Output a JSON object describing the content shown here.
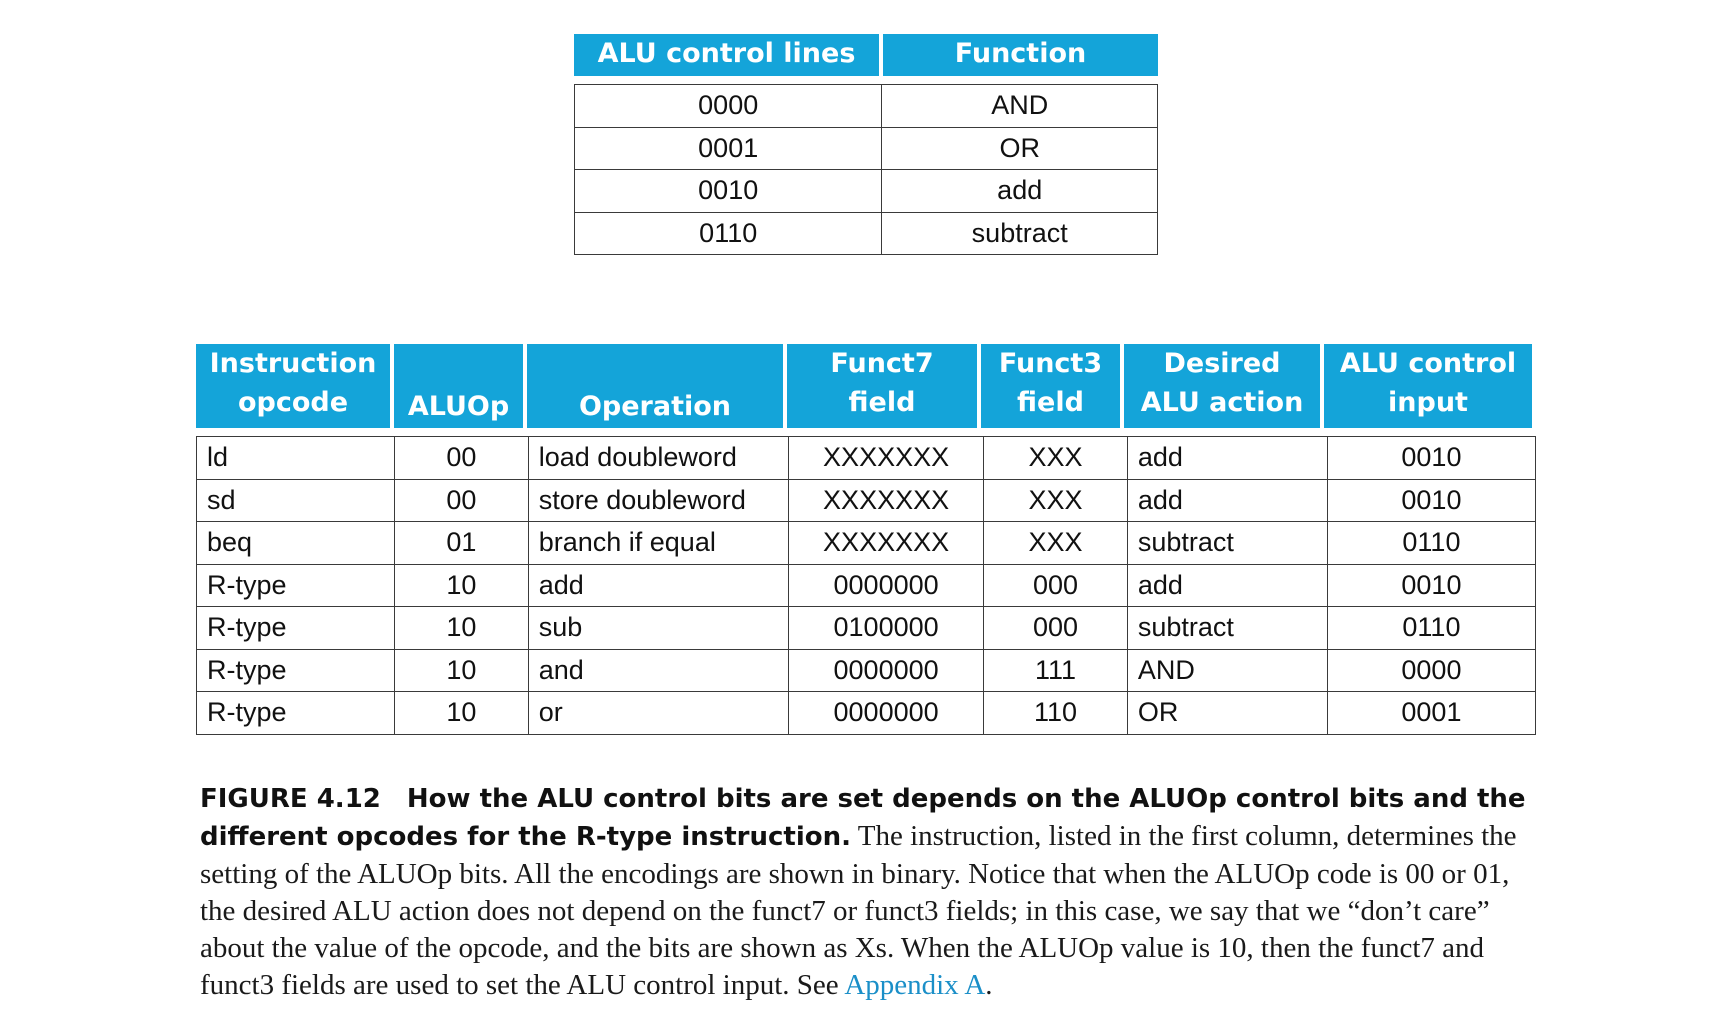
{
  "alu_control_table": {
    "headers": [
      "ALU control lines",
      "Function"
    ],
    "rows": [
      [
        "0000",
        "AND"
      ],
      [
        "0001",
        "OR"
      ],
      [
        "0010",
        "add"
      ],
      [
        "0110",
        "subtract"
      ]
    ]
  },
  "opcode_table": {
    "headers": [
      [
        "Instruction",
        "opcode"
      ],
      [
        "ALUOp"
      ],
      [
        "Operation"
      ],
      [
        "Funct7",
        "field"
      ],
      [
        "Funct3",
        "field"
      ],
      [
        "Desired",
        "ALU action"
      ],
      [
        "ALU control",
        "input"
      ]
    ],
    "rows": [
      [
        "ld",
        "00",
        "load doubleword",
        "XXXXXXX",
        "XXX",
        "add",
        "0010"
      ],
      [
        "sd",
        "00",
        "store doubleword",
        "XXXXXXX",
        "XXX",
        "add",
        "0010"
      ],
      [
        "beq",
        "01",
        "branch if equal",
        "XXXXXXX",
        "XXX",
        "subtract",
        "0110"
      ],
      [
        "R-type",
        "10",
        "add",
        "0000000",
        "000",
        "add",
        "0010"
      ],
      [
        "R-type",
        "10",
        "sub",
        "0100000",
        "000",
        "subtract",
        "0110"
      ],
      [
        "R-type",
        "10",
        "and",
        "0000000",
        "111",
        "AND",
        "0000"
      ],
      [
        "R-type",
        "10",
        "or",
        "0000000",
        "110",
        "OR",
        "0001"
      ]
    ]
  },
  "caption": {
    "label": "FIGURE 4.12",
    "title": "How the ALU control bits are set depends on the ALUOp control bits and the different opcodes for the R-type instruction.",
    "body": " The instruction, listed in the first column, determines the setting of the ALUOp bits. All the encodings are shown in binary. Notice that when the ALUOp code is 00 or 01, the desired ALU action does not depend on the funct7 or funct3 fields; in this case, we say that we “don’t care” about the value of the opcode, and the bits are shown as Xs. When the ALUOp value is 10, then the funct7 and funct3 fields are used to set the ALU control input. See ",
    "link": "Appendix A",
    "end": "."
  },
  "colors": {
    "header_bg": "#14a4d9",
    "link": "#1b8fc8"
  }
}
